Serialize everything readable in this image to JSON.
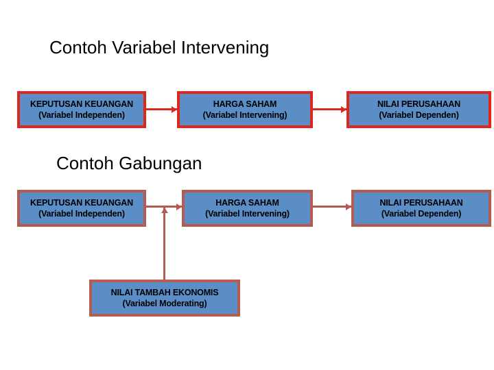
{
  "slide": {
    "background_color": "#FFFFFF",
    "box_fill_color": "#5B8DC6",
    "bright_border_color": "#E0251B",
    "muted_border_color": "#B55B52",
    "text_color": "#000000"
  },
  "sections": [
    {
      "heading": "Contoh Variabel Intervening",
      "boxes": [
        {
          "line1": "KEPUTUSAN KEUANGAN",
          "line2": "(Variabel Independen)"
        },
        {
          "line1": "HARGA SAHAM",
          "line2": "(Variabel Intervening)"
        },
        {
          "line1": "NILAI PERUSAHAAN",
          "line2": "(Variabel Dependen)"
        }
      ]
    },
    {
      "heading": "Contoh Gabungan",
      "boxes": [
        {
          "line1": "KEPUTUSAN KEUANGAN",
          "line2": "(Variabel Independen)"
        },
        {
          "line1": "HARGA SAHAM",
          "line2": "(Variabel Intervening)"
        },
        {
          "line1": "NILAI PERUSAHAAN",
          "line2": "(Variabel Dependen)"
        },
        {
          "line1": "NILAI TAMBAH EKONOMIS",
          "line2": "(Variabel Moderating)"
        }
      ]
    }
  ],
  "connectors": [
    {
      "name": "independen-to-intervening-row1",
      "direction": "right",
      "color": "#E0251B"
    },
    {
      "name": "intervening-to-dependen-row1",
      "direction": "right",
      "color": "#E0251B"
    },
    {
      "name": "independen-to-intervening-row2",
      "direction": "right",
      "color": "#B55B52"
    },
    {
      "name": "intervening-to-dependen-row2",
      "direction": "right",
      "color": "#B55B52"
    },
    {
      "name": "moderating-to-path",
      "direction": "up",
      "color": "#B55B52"
    }
  ]
}
